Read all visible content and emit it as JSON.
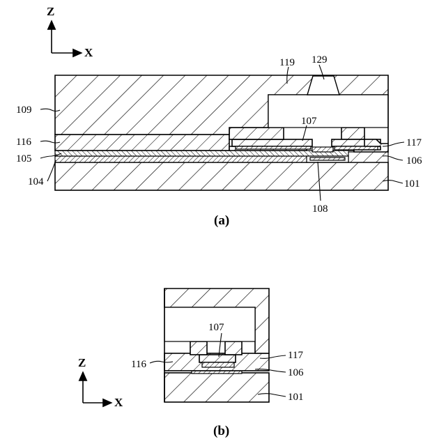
{
  "axes": {
    "a": {
      "z": "Z",
      "x": "X"
    },
    "b": {
      "z": "Z",
      "x": "X"
    }
  },
  "figure_a": {
    "caption": "(a)",
    "labels": {
      "r109": "109",
      "r119": "119",
      "r129": "129",
      "r107": "107",
      "r116": "116",
      "r105": "105",
      "r104": "104",
      "r117": "117",
      "r106": "106",
      "r101": "101",
      "r108": "108"
    }
  },
  "figure_b": {
    "caption": "(b)",
    "labels": {
      "r107": "107",
      "r116": "116",
      "r117": "117",
      "r106": "106",
      "r101": "101"
    }
  },
  "hatch_colors": {
    "line": "#000000",
    "background": "#ffffff"
  }
}
